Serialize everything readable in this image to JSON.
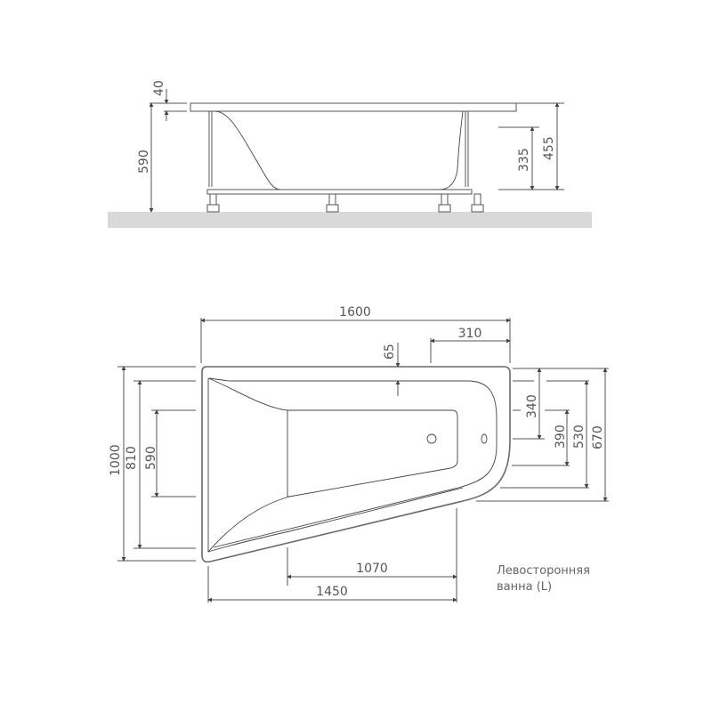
{
  "side_view": {
    "dimensions": {
      "rim_thickness": "40",
      "total_height": "590",
      "inner_depth": "335",
      "rim_to_base_height": "455"
    }
  },
  "top_view": {
    "dimensions": {
      "overall_length": "1600",
      "rounded_end_width": "310",
      "rim_offset": "65",
      "overall_width": "1000",
      "inner_width_left": "810",
      "seat_width_left": "590",
      "right_inner_340": "340",
      "right_390": "390",
      "right_530": "530",
      "right_670": "670",
      "bottom_1070": "1070",
      "bottom_1450": "1450"
    }
  },
  "caption": {
    "line1": "Левосторонняя",
    "line2": "ванна (L)"
  },
  "colors": {
    "line": "#555555",
    "floor": "#d9d9d9",
    "text": "#555555"
  }
}
